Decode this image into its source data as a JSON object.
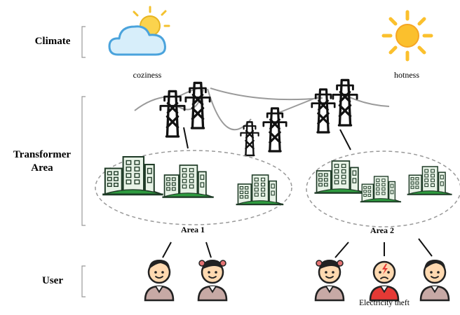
{
  "rows": {
    "climate": "Climate",
    "transformer_line1": "Transformer",
    "transformer_line2": "Area",
    "user": "User"
  },
  "weather": {
    "left_caption": "coziness",
    "right_caption": "hotness",
    "left_icon": "cloud-sun-icon",
    "right_icon": "sun-icon"
  },
  "areas": {
    "area1": "Area 1",
    "area2": "Area 2"
  },
  "users": {
    "theft_caption": "Electricity theft"
  },
  "colors": {
    "building_fill": "#e8f3e7",
    "building_stroke": "#2a5a35",
    "grass": "#2e9b3f",
    "cloud_fill": "#d7eefa",
    "cloud_stroke": "#4aa3dc",
    "sun": "#fbc02d",
    "face": "#ffd9b0",
    "shirt": "#c7a9a5",
    "theft_shirt": "#e53935"
  }
}
